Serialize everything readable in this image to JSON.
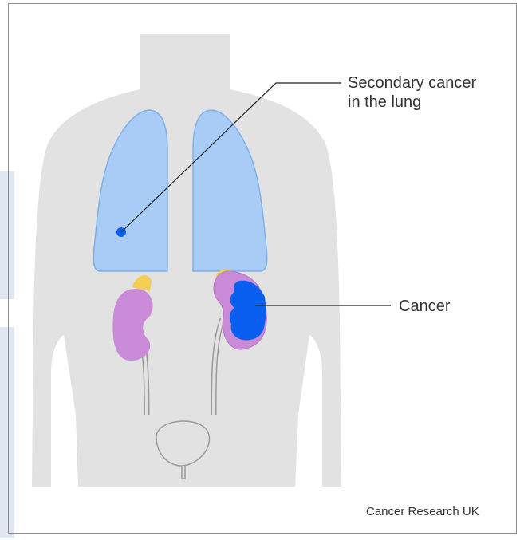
{
  "labels": {
    "secondary_line1": "Secondary cancer",
    "secondary_line2": "in the lung",
    "cancer": "Cancer"
  },
  "credit": "Cancer Research UK",
  "colors": {
    "body": "#e2e2e2",
    "lung": "#a8ccf5",
    "lung_outline": "#7fb0e8",
    "kidney": "#c98ad8",
    "adrenal": "#f2cf52",
    "tumour": "#0a5ef0",
    "urinary_tract": "#9a9a9a",
    "leader_line": "#222222",
    "background_shapes": "#dfe7f1",
    "text": "#333333"
  },
  "icons": {
    "body_outline": "human-torso-silhouette",
    "lungs": "lung-pair",
    "kidneys": "kidney-pair",
    "bladder": "bladder-outline"
  }
}
